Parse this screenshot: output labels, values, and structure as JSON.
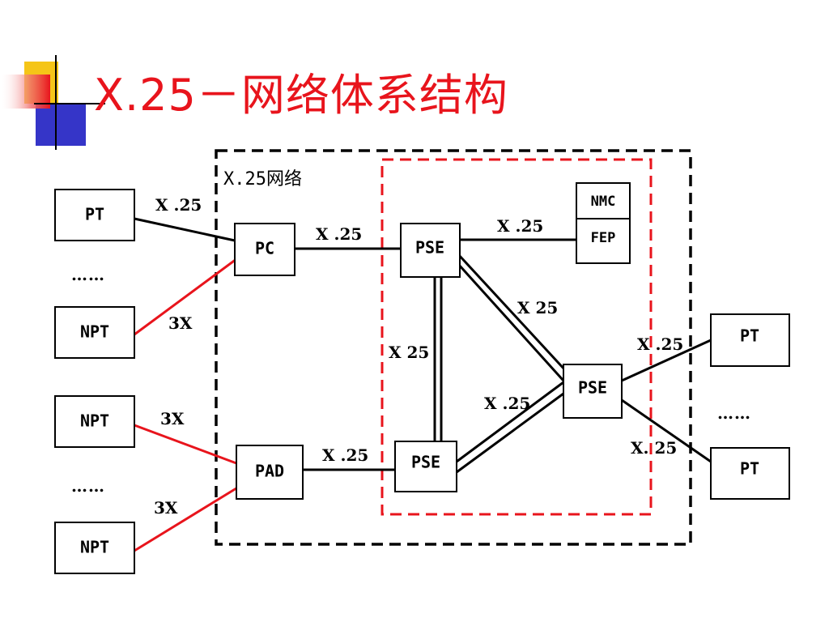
{
  "title": "X.25－网络体系结构",
  "colors": {
    "title": "#e8141c",
    "accent_red": "#e8141c",
    "deco_yellow": "#f5c518",
    "deco_blue": "#3535c8"
  },
  "diagram": {
    "network_label": "X.25网络",
    "nodes": {
      "pt_top_left": "PT",
      "npt_left_1": "NPT",
      "npt_left_2": "NPT",
      "npt_left_3": "NPT",
      "pc": "PC",
      "pad": "PAD",
      "pse_top": "PSE",
      "pse_bottom": "PSE",
      "pse_right": "PSE",
      "nmc": "NMC",
      "fep": "FEP",
      "pt_right_top": "PT",
      "pt_right_bottom": "PT"
    },
    "ellipses": {
      "left_upper": "……",
      "left_lower": "……",
      "right": "……"
    },
    "link_labels": {
      "pt_pc": "X .25",
      "npt_pc": "3X",
      "npt_pad": "3X",
      "npt_pad_2": "3X",
      "pc_pse": "X .25",
      "pse_fep": "X .25",
      "pse_pse_vertical": "X 25",
      "pse_top_right": "X 25",
      "pad_pse": "X .25",
      "pse_bottom_right": "X .25",
      "pse_pt_top": "X .25",
      "pse_pt_bottom": "X. 25"
    }
  }
}
